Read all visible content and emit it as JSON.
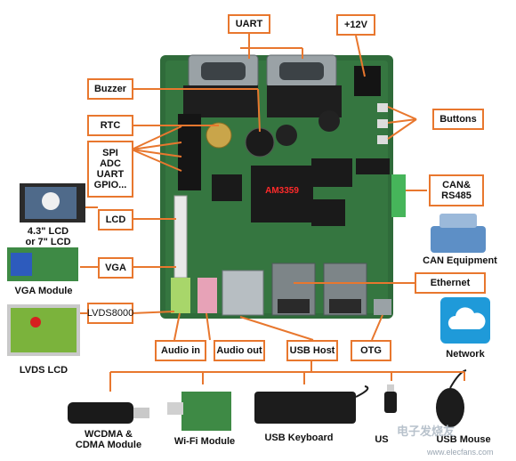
{
  "callouts": {
    "uart": "UART",
    "v12": "+12V",
    "buzzer": "Buzzer",
    "buttons": "Buttons",
    "rtc": "RTC",
    "spi": "SPI",
    "adc": "ADC",
    "uart2": "UART",
    "gpio": "GPIO...",
    "can_line1": "CAN&",
    "can_line2": "RS485",
    "lcd": "LCD",
    "vga": "VGA",
    "ethernet": "Ethernet",
    "lvds": "LVDS8000",
    "audio_in": "Audio in",
    "audio_out": "Audio out",
    "usb_host": "USB Host",
    "otg": "OTG"
  },
  "chip_label": "AM3359",
  "side_labels": {
    "lcd_size_line1": "4.3\" LCD",
    "lcd_size_line2": "or 7\" LCD",
    "vga_module": "VGA Module",
    "lvds_lcd": "LVDS LCD",
    "can_equipment": "CAN Equipment",
    "network": "Network"
  },
  "peripherals": {
    "wcdma_line1": "WCDMA &",
    "wcdma_line2": "CDMA Module",
    "wifi": "Wi-Fi Module",
    "keyboard": "USB Keyboard",
    "usb_disk": "US",
    "usb_mouse": "USB Mouse"
  },
  "watermark": "电子发烧友",
  "watermark_url": "www.elecfans.com",
  "colors": {
    "accent": "#e8772e",
    "board": "#2f6b3a",
    "connector_green": "#46b55a",
    "network_blue": "#1f9ad9"
  }
}
